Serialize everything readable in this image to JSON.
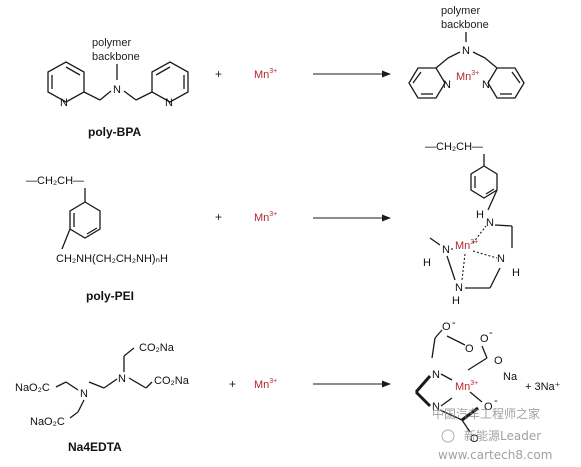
{
  "reactions": [
    {
      "ligand": {
        "name": "poly-BPA",
        "backbone_label_1": "polymer",
        "backbone_label_2": "backbone"
      },
      "plus": "+",
      "metal": {
        "symbol": "Mn",
        "charge": "3+"
      },
      "product": {
        "backbone_label_1": "polymer",
        "backbone_label_2": "backbone",
        "metal_symbol": "Mn",
        "metal_charge": "3+"
      }
    },
    {
      "ligand": {
        "name": "poly-PEI",
        "chain": "—CH₂CH—",
        "sidechain": "CH₂NH(CH₂CH₂NH)ₙH"
      },
      "plus": "+",
      "metal": {
        "symbol": "Mn",
        "charge": "3+"
      },
      "product": {
        "chain": "—CH₂CH—",
        "metal_symbol": "Mn",
        "metal_charge": "3+"
      }
    },
    {
      "ligand": {
        "name": "Na4EDTA",
        "group_top": "CO₂Na",
        "group_right": "CO₂Na",
        "group_left": "NaO₂C",
        "group_bottom": "NaO₂C"
      },
      "plus": "+",
      "metal": {
        "symbol": "Mn",
        "charge": "3+"
      },
      "product": {
        "metal_symbol": "Mn",
        "metal_charge": "3+",
        "na_label": "Na",
        "byproduct": "+ 3Na⁺"
      }
    }
  ],
  "watermark": {
    "line1": "中国汽车工程师之家",
    "line2": "新能源Leader",
    "line3": "www.cartech8.com"
  }
}
